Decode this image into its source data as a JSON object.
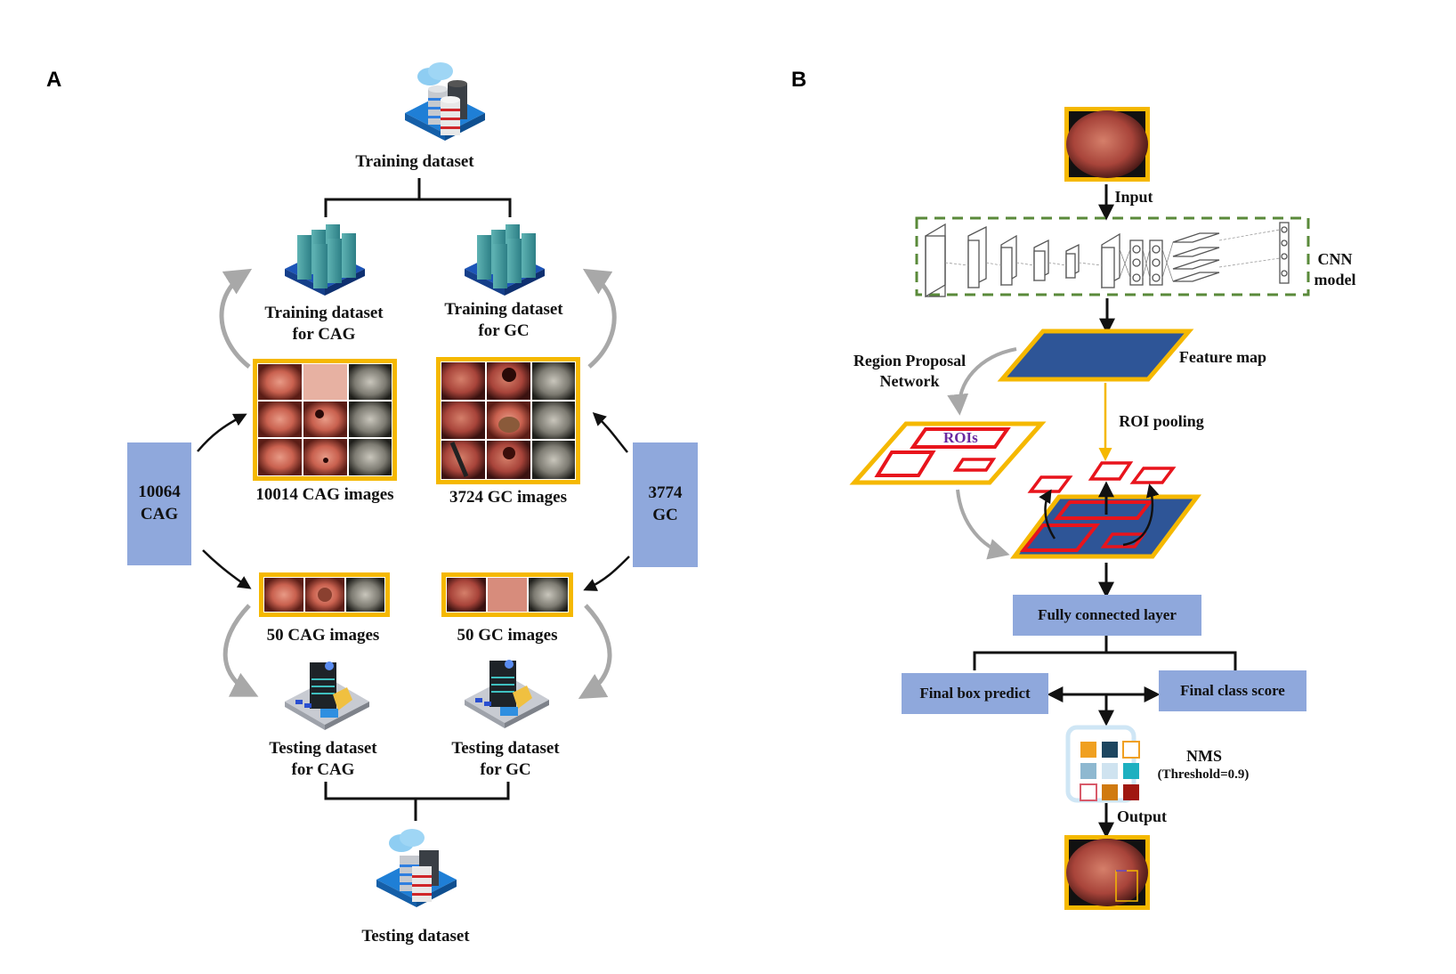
{
  "panels": {
    "a": {
      "letter": "A",
      "top_node": "Training dataset",
      "train_cag": [
        "Training dataset",
        "for CAG"
      ],
      "train_gc": [
        "Training dataset",
        "for GC"
      ],
      "cag_total": [
        "10064",
        "CAG"
      ],
      "gc_total": [
        "3774",
        "GC"
      ],
      "train_cag_images": "10014 CAG images",
      "train_gc_images": "3724 GC images",
      "test_cag_images": "50 CAG images",
      "test_gc_images": "50 GC images",
      "test_cag": [
        "Testing dataset",
        "for CAG"
      ],
      "test_gc": [
        "Testing dataset",
        "for GC"
      ],
      "bottom_node": "Testing dataset"
    },
    "b": {
      "letter": "B",
      "input_label": "Input",
      "cnn_label": [
        "CNN",
        "model"
      ],
      "feature_map": "Feature map",
      "rpn_label": [
        "Region Proposal",
        "Network"
      ],
      "rois_label": "ROIs",
      "roi_pooling": "ROI pooling",
      "fc_layer": "Fully connected layer",
      "box_predict": "Final box predict",
      "class_score": "Final class score",
      "nms": "NMS",
      "nms_threshold": "(Threshold=0.9)",
      "output_label": "Output"
    }
  },
  "colors": {
    "frame_gold": "#f5b800",
    "box_blue": "#8fa8dc",
    "feature_navy": "#2e5597",
    "roi_red": "#e8141c",
    "cnn_dash_green": "#5a8a3a",
    "arrow_gray": "#a8a8a8"
  }
}
